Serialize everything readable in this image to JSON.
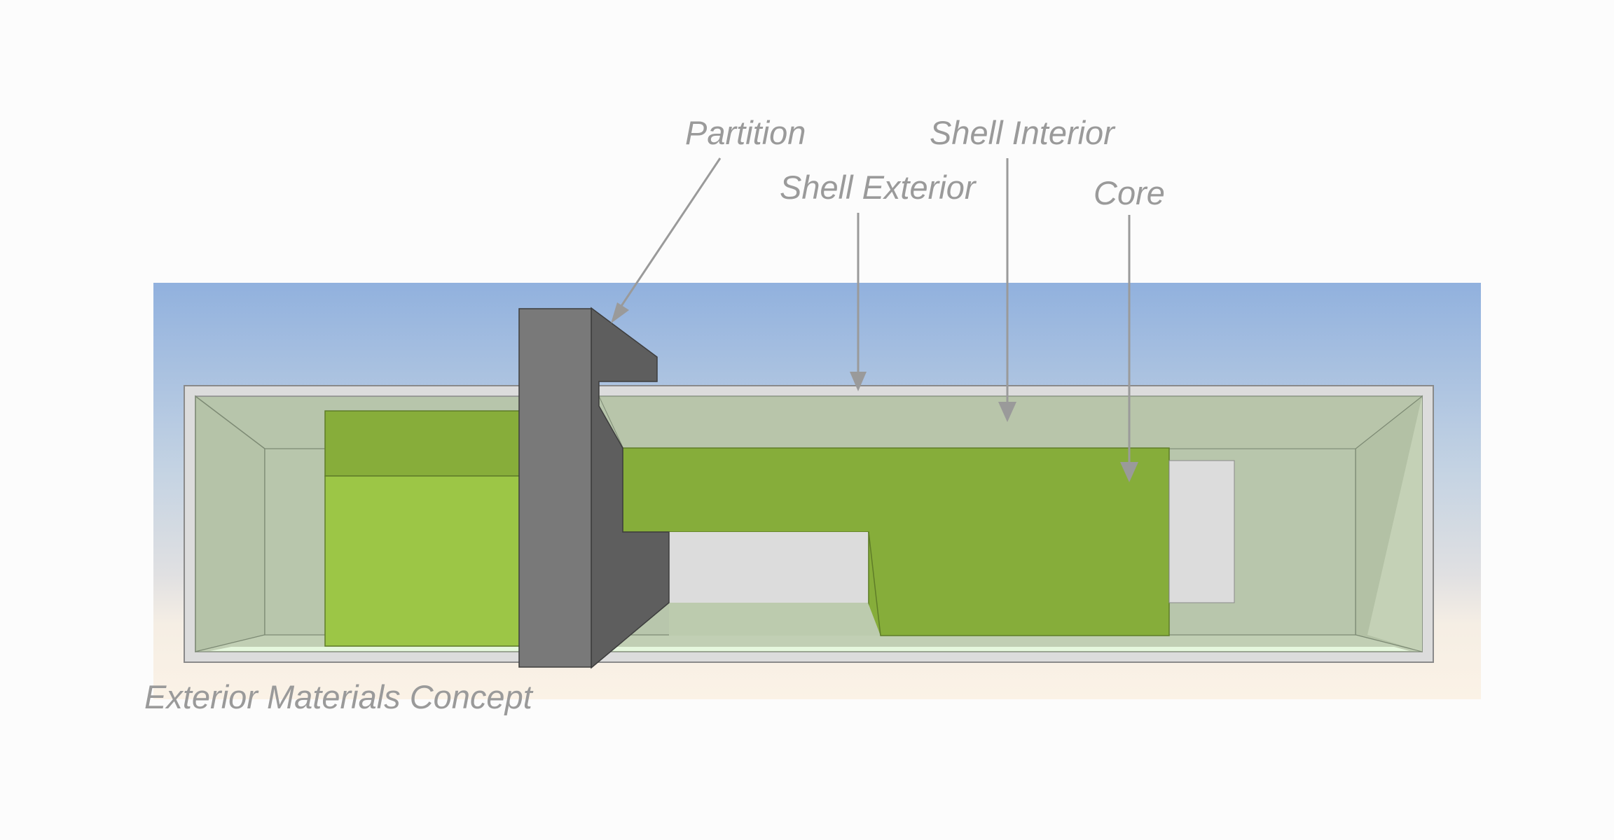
{
  "diagram": {
    "caption": "Exterior Materials Concept",
    "labels": {
      "partition": "Partition",
      "shell_exterior": "Shell Exterior",
      "shell_interior": "Shell Interior",
      "core": "Core"
    },
    "colors": {
      "sky_top": "#91b1de",
      "sky_mid": "#d9dde2",
      "ground": "#fbf2e6",
      "shell_exterior": "#dcdcdc",
      "shell_interior": "#b6c4a9",
      "core_dark": "#86ad3a",
      "core_light": "#9cc646",
      "partition_front": "#787878",
      "partition_side": "#5f5f5f",
      "floor_glow": "#e3f7dc",
      "leader": "#9a9a9a",
      "label_text": "#9a9a9a"
    }
  }
}
